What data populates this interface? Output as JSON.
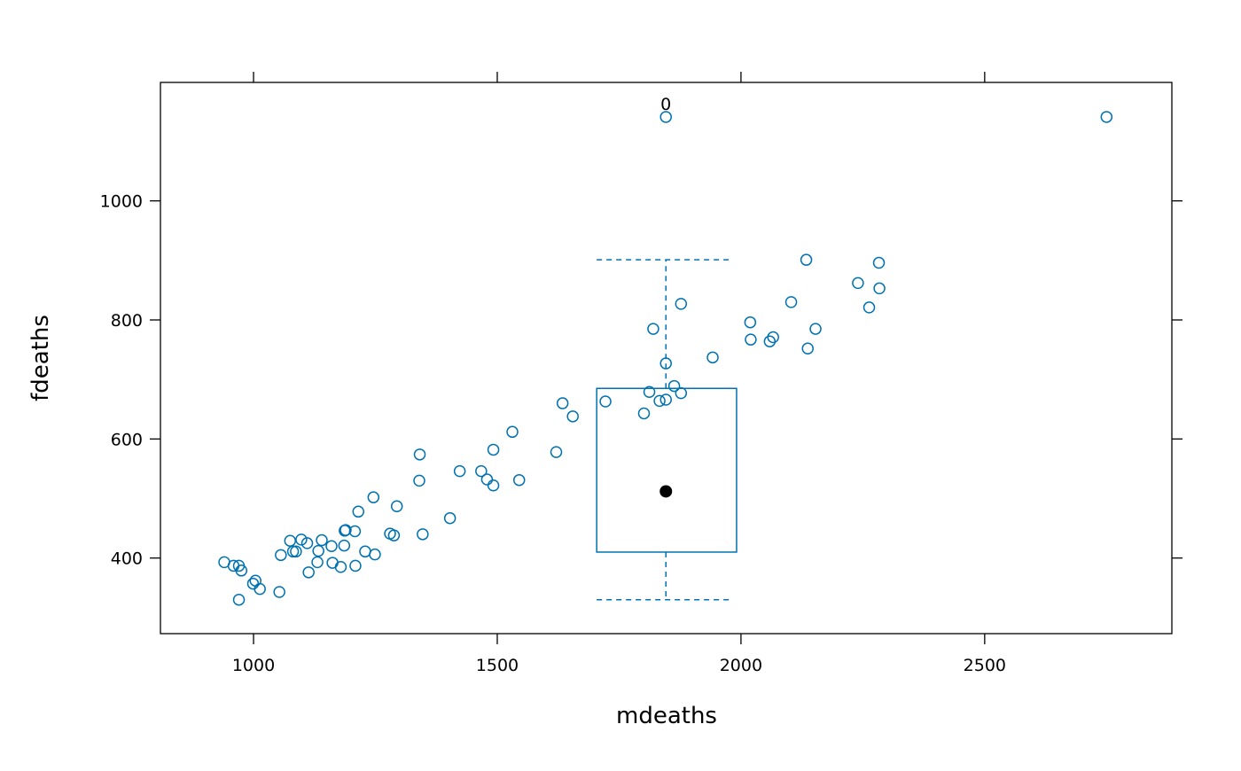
{
  "chart_data": {
    "type": "scatter",
    "title": "",
    "xlabel": "mdeaths",
    "ylabel": "fdeaths",
    "xlim": [
      809,
      2884
    ],
    "ylim": [
      273,
      1199
    ],
    "xticks": [
      1000,
      1500,
      2000,
      2500
    ],
    "yticks": [
      400,
      600,
      800,
      1000
    ],
    "color": "#0072b2",
    "annotation": {
      "text": "0",
      "x": 1846,
      "y": 1141
    },
    "x": [
      2134,
      1863,
      1877,
      1877,
      1492,
      1249,
      1280,
      1131,
      1209,
      1492,
      1621,
      1846,
      2103,
      2137,
      2153,
      1833,
      1403,
      1288,
      1186,
      1133,
      1053,
      1347,
      1545,
      2066,
      2020,
      2750,
      2283,
      1479,
      1189,
      1160,
      1113,
      970,
      999,
      1208,
      1467,
      2059,
      2240,
      1634,
      1722,
      1801,
      1246,
      1162,
      1087,
      1013,
      959,
      1179,
      1229,
      1655,
      2019,
      2284,
      1942,
      1423,
      1340,
      1187,
      1098,
      1004,
      970,
      1140,
      1110,
      1812,
      2263,
      1820,
      1846,
      1531,
      1215,
      1075,
      1056,
      975,
      940,
      1081,
      1294,
      1341
    ],
    "y": [
      901,
      689,
      827,
      677,
      522,
      406,
      441,
      393,
      387,
      582,
      578,
      666,
      830,
      752,
      785,
      664,
      467,
      438,
      421,
      412,
      343,
      440,
      531,
      771,
      767,
      1141,
      896,
      532,
      447,
      420,
      376,
      330,
      357,
      445,
      546,
      764,
      862,
      660,
      663,
      643,
      502,
      392,
      411,
      348,
      387,
      385,
      411,
      638,
      796,
      853,
      737,
      546,
      530,
      446,
      431,
      362,
      387,
      430,
      425,
      679,
      821,
      785,
      727,
      612,
      478,
      429,
      405,
      379,
      393,
      411,
      487,
      574
    ],
    "boxplot": {
      "x_center": 1846,
      "x_left": 1704,
      "x_right": 1991,
      "cap_left": 1704,
      "cap_right": 1982,
      "whisker_low": 330,
      "lower_hinge": 410,
      "median": 512,
      "upper_hinge": 685,
      "whisker_high": 901,
      "outliers": [
        1141
      ]
    }
  }
}
